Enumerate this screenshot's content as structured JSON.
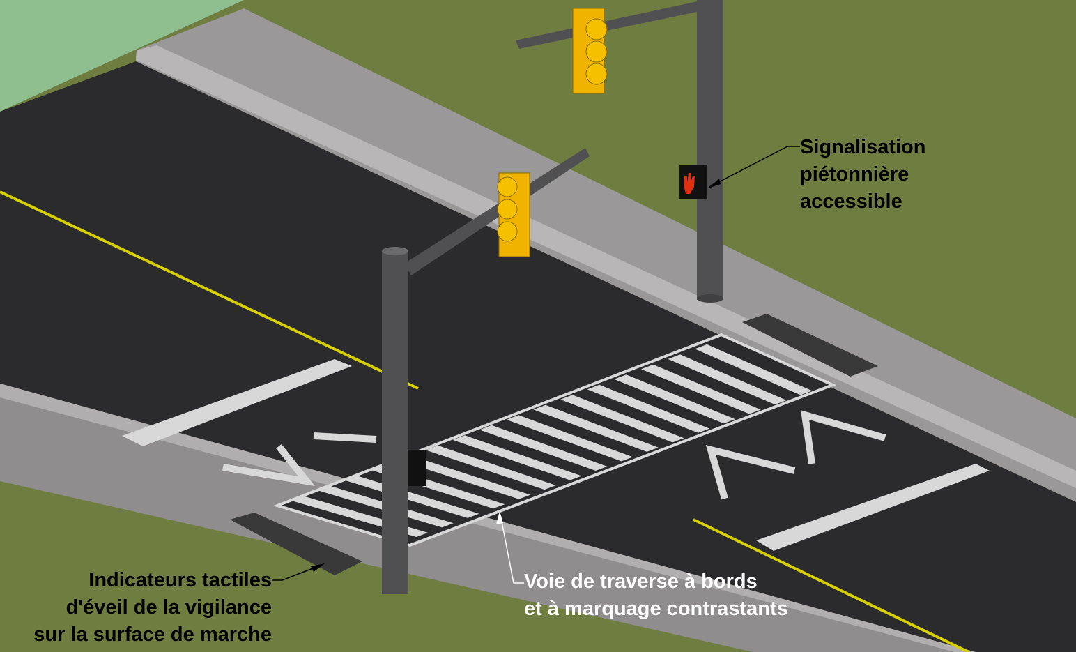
{
  "labels": {
    "pedestrian_signal": [
      "Signalisation",
      "piétonnière",
      "accessible"
    ],
    "tactile_indicators": [
      "Indicateurs tactiles",
      "d'éveil de la vigilance",
      "sur la surface de marche"
    ],
    "crosswalk": [
      "Voie de traverse à bords",
      "et à marquage contrastants"
    ]
  },
  "colors": {
    "grass": "#6f7d40",
    "sky": "#8fbf8f",
    "road": "#2b2a2c",
    "sidewalk": "#9a9898",
    "curb": "#b8b6b6",
    "centerline": "#d6d000",
    "marking": "#d8d8d8",
    "pole": "#505052",
    "signal": "#f0b400",
    "hand": "#e03010"
  }
}
